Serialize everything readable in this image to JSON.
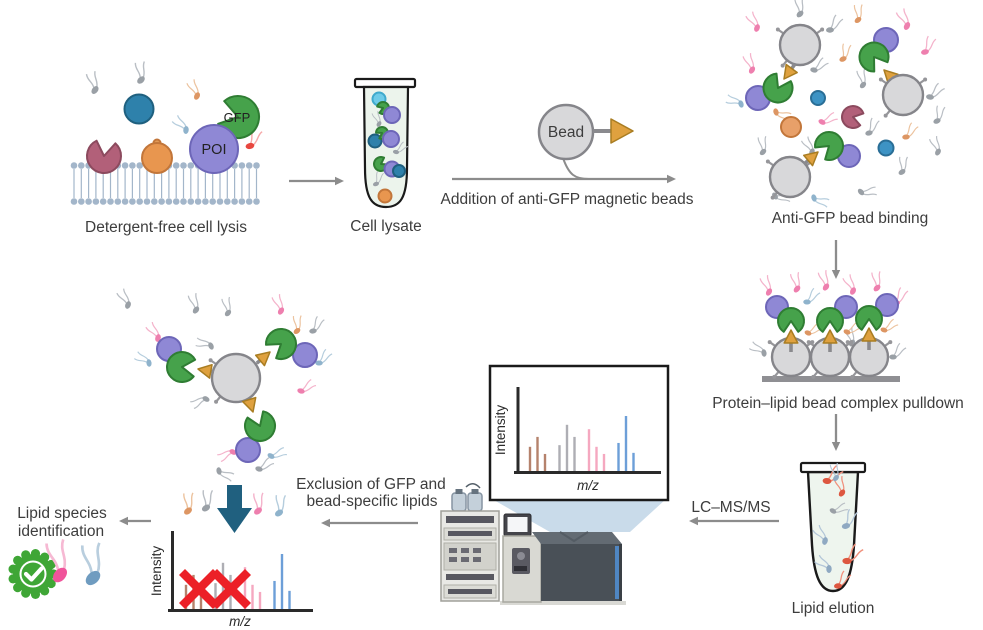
{
  "figure": {
    "panels": {
      "lysis": {
        "label": "Detergent-free cell lysis",
        "gfp_tag": "GFP",
        "poi_tag": "POI"
      },
      "lysate": {
        "label": "Cell lysate"
      },
      "bead_addition": {
        "label": "Addition of anti-GFP magnetic beads",
        "bead_tag": "Bead"
      },
      "binding": {
        "label": "Anti-GFP bead binding"
      },
      "pulldown": {
        "label": "Protein–lipid bead complex pulldown"
      },
      "elution": {
        "label": "Lipid elution"
      },
      "lcms": {
        "label": "LC–MS/MS"
      },
      "exclusion": {
        "label_line1": "Exclusion of GFP and",
        "label_line2": "bead-specific lipids"
      },
      "identification": {
        "label_line1": "Lipid species",
        "label_line2": "identification"
      }
    },
    "axes": {
      "y": "Intensity",
      "x": "m/z"
    },
    "colors": {
      "gfp_green": "#46a24b",
      "poi_purple": "#8f88d5",
      "bead_gray": "#d8d8da",
      "antibody_orange": "#dfa13f",
      "membrane_blue": "#a3b6ca",
      "flow_arrow_gray": "#8c8c8c",
      "exclusion_arrow_teal": "#20607f",
      "check_green": "#3fa636",
      "cross_red": "#ec2027",
      "pink_lipid": "#f0549b",
      "blue_lipid": "#6f9cc0",
      "text": "#3d3d3d"
    },
    "chart_data": [
      {
        "id": "raw-spectrum",
        "type": "bar",
        "title": "",
        "xlabel": "m/z",
        "ylabel": "Intensity",
        "x_ticks_labeled": false,
        "y_ticks_labeled": false,
        "series": [
          {
            "name": "brown-peaks",
            "color": "#b5826c",
            "values": [
              0.44,
              0.62,
              0.31
            ]
          },
          {
            "name": "gray-peaks",
            "color": "#aeaeb4",
            "values": [
              0.47,
              0.84,
              0.62
            ]
          },
          {
            "name": "pink-peaks",
            "color": "#f5a8c0",
            "values": [
              0.76,
              0.44,
              0.31
            ]
          },
          {
            "name": "blue-peaks",
            "color": "#6d9fd8",
            "values": [
              0.51,
              1.0,
              0.33
            ]
          }
        ]
      },
      {
        "id": "filtered-spectrum",
        "type": "bar",
        "title": "",
        "xlabel": "m/z",
        "ylabel": "Intensity",
        "x_ticks_labeled": false,
        "y_ticks_labeled": false,
        "series": [
          {
            "name": "brown-peaks",
            "color": "#b5826c",
            "values": [
              0.44,
              0.62,
              0.31
            ]
          },
          {
            "name": "gray-peaks",
            "color": "#aeaeb4",
            "values": [
              0.47,
              0.84,
              0.62
            ]
          },
          {
            "name": "pink-peaks",
            "color": "#f5a8c0",
            "values": [
              0.76,
              0.44,
              0.31
            ]
          },
          {
            "name": "blue-peaks",
            "color": "#6d9fd8",
            "values": [
              0.51,
              1.0,
              0.33
            ]
          }
        ],
        "annotations": [
          {
            "type": "red-cross",
            "count": 2,
            "color": "#ec2027",
            "covers": [
              "brown-peaks",
              "gray-peaks"
            ]
          }
        ]
      }
    ]
  }
}
